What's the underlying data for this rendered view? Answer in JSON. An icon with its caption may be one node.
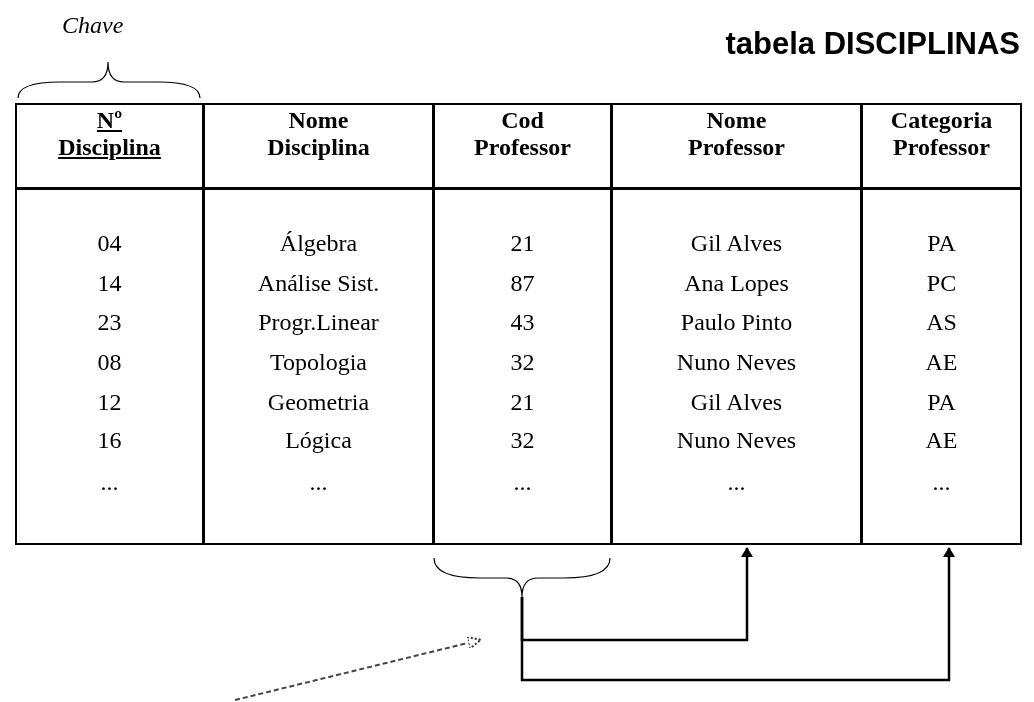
{
  "diagram": {
    "title": "tabela DISCIPLINAS",
    "nodes": [
      {
        "text": [
          "Nº Disciplina",
          "04",
          "14",
          "23",
          "08",
          "12",
          "16",
          "..."
        ]
      },
      {
        "text": [
          "Nome Disciplina",
          "Álgebra",
          "Análise Sist.",
          "Progr.Linear",
          "Topologia",
          "Geometria",
          "Lógica",
          "..."
        ]
      },
      {
        "text": [
          "Cod Professor",
          "21",
          "87",
          "43",
          "32",
          "21",
          "32",
          "..."
        ]
      },
      {
        "text": [
          "Nome Professor",
          "Gil Alves",
          "Ana Lopes",
          "Paulo Pinto",
          "Nuno Neves",
          "Gil Alves",
          "Nuno Neves",
          "..."
        ]
      },
      {
        "text": [
          "Categoria Professor",
          "PA",
          "PC",
          "AS",
          "AE",
          "PA",
          "AE",
          "..."
        ]
      }
    ],
    "edges": [
      {
        "from": 2,
        "to": 3,
        "arrow": "to"
      },
      {
        "from": 2,
        "to": 4,
        "arrow": "to"
      }
    ],
    "labels": [
      "Chave"
    ]
  }
}
